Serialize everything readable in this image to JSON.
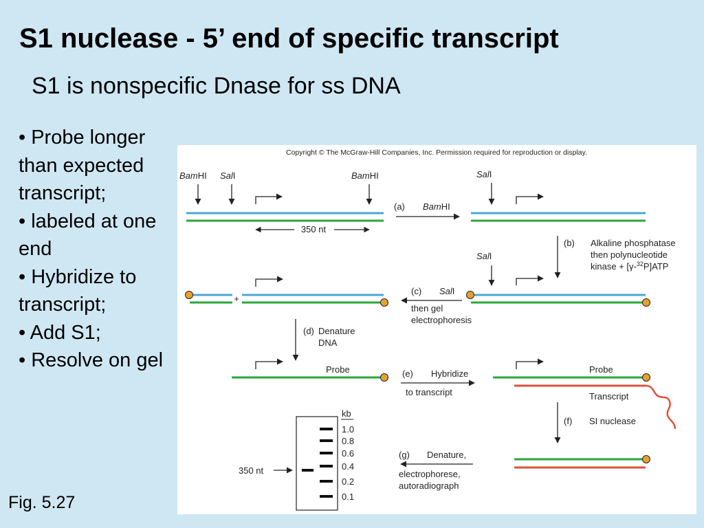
{
  "slide": {
    "title": "S1 nuclease - 5’ end of specific transcript",
    "subtitle": "S1 is nonspecific Dnase for ss DNA",
    "bullets": [
      "• Probe longer than expected transcript;",
      "• labeled at one end",
      "• Hybridize to transcript;",
      "• Add S1;",
      "• Resolve on gel"
    ],
    "fig_label": "Fig. 5.27"
  },
  "figure": {
    "copyright": "Copyright © The McGraw-Hill Companies, Inc. Permission required for reproduction or display.",
    "sites": {
      "bam_italic": "Bam",
      "bam_suffix": "HI",
      "sal_italic": "Sal",
      "sal_suffix": "I"
    },
    "length_label": "350 nt",
    "plus": "+",
    "steps": {
      "a": {
        "letter": "(a)"
      },
      "b": {
        "letter": "(b)",
        "line1": "Alkaline phosphatase",
        "line2": "then polynucleotide",
        "line3_prefix": "kinase + [",
        "line3_gamma": "γ",
        "line3_dash": "-",
        "line3_sup": "32",
        "line3_suffix": "P]ATP"
      },
      "c": {
        "letter": "(c)",
        "line2": "then gel",
        "line3": "electrophoresis"
      },
      "d": {
        "letter": "(d)",
        "line1": "Denature",
        "line2": "DNA"
      },
      "e": {
        "letter": "(e)",
        "line1": "Hybridize",
        "line2": "to transcript"
      },
      "f": {
        "letter": "(f)",
        "line1": "SI nuclease"
      },
      "g": {
        "letter": "(g)",
        "line1": "Denature,",
        "line2": "electrophorese,",
        "line3": "autoradiograph"
      }
    },
    "probe_label": "Probe",
    "transcript_label": "Transcript",
    "gel": {
      "unit": "kb",
      "markers": [
        "1.0",
        "0.8",
        "0.6",
        "0.4",
        "0.2",
        "0.1"
      ],
      "band_label": "350 nt"
    },
    "colors": {
      "blue_strand": "#4aa6d6",
      "green_strand": "#2aa63a",
      "red_strand": "#e05038",
      "label": "#e8a030"
    }
  }
}
